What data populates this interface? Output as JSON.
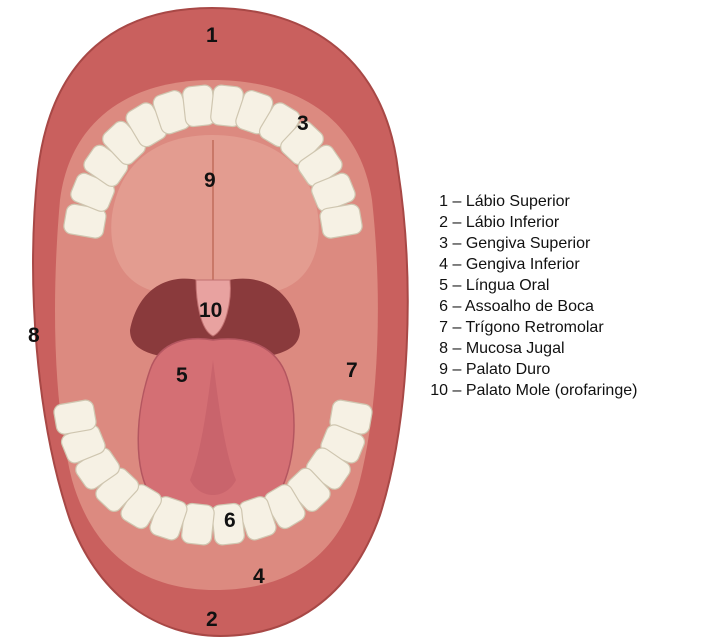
{
  "markers": [
    "1",
    "2",
    "3",
    "4",
    "5",
    "6",
    "7",
    "8",
    "9",
    "10"
  ],
  "legend": [
    {
      "num": "1",
      "text": "Lábio Superior"
    },
    {
      "num": "2",
      "text": "Lábio Inferior"
    },
    {
      "num": "3",
      "text": "Gengiva Superior"
    },
    {
      "num": "4",
      "text": "Gengiva Inferior"
    },
    {
      "num": "5",
      "text": "Língua Oral"
    },
    {
      "num": "6",
      "text": "Assoalho de Boca"
    },
    {
      "num": "7",
      "text": "Trígono Retromolar"
    },
    {
      "num": "8",
      "text": "Mucosa Jugal"
    },
    {
      "num": "9",
      "text": "Palato Duro"
    },
    {
      "num": "10",
      "text": "Palato Mole (orofaringe)"
    }
  ],
  "separator": "–",
  "colors": {
    "lip": "#c9605e",
    "lip_dark": "#a84846",
    "mucosa": "#dc8a80",
    "palate": "#e39c90",
    "throat": "#8a3a3c",
    "tongue": "#d46f74",
    "tooth": "#f6f1e4",
    "tooth_edge": "#cfc6b0"
  }
}
